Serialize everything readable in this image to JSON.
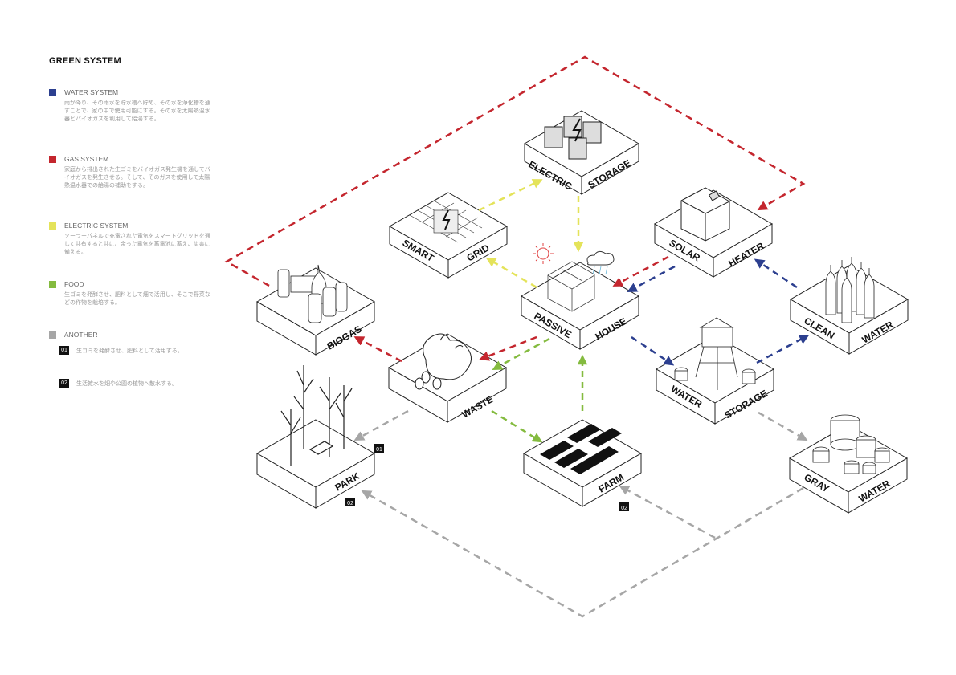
{
  "legend": {
    "title": "GREEN SYSTEM",
    "items": [
      {
        "label": "WATER SYSTEM",
        "color": "#2c3f8f",
        "desc": "雨が降り、その雨水を貯水槽へ貯め、その水を浄化槽を通すことで、家の中で使用可能にする。その水を太陽熱温水器とバイオガスを利用して給湯する。"
      },
      {
        "label": "GAS SYSTEM",
        "color": "#c4262e",
        "desc": "家庭から排出された生ゴミをバイオガス発生機を通してバイオガスを発生させる。そして、そのガスを使用して太陽熱温水器での給湯の補助をする。"
      },
      {
        "label": "ELECTRIC SYSTEM",
        "color": "#e4e35a",
        "desc": "ソーラーパネルで充電された電気をスマートグリッドを通して共有すると共に、余った電気を蓄電池に蓄え、災害に備える。"
      },
      {
        "label": "FOOD",
        "color": "#84bb3f",
        "desc": "生ゴミを発酵させ、肥料として畑で活用し、そこで野菜などの作物を栽培する。"
      },
      {
        "label": "ANOTHER",
        "color": "#a6a6a6",
        "desc": ""
      }
    ],
    "notes": [
      {
        "num": "01",
        "text": "生ゴミを発酵させ、肥料として活用する。"
      },
      {
        "num": "02",
        "text": "生活雑水を畑や公園の植物へ散水する。"
      }
    ]
  },
  "blocks": {
    "electric_storage": {
      "left": "ELECTRIC",
      "right": "STORAGE"
    },
    "smart_grid": {
      "left": "SMART",
      "right": "GRID"
    },
    "solar_heater": {
      "left": "SOLAR",
      "right": "HEATER"
    },
    "passive_house": {
      "left": "PASSIVE",
      "right": "HOUSE"
    },
    "clean_water": {
      "left": "CLEAN",
      "right": "WATER"
    },
    "biogas": {
      "left": "",
      "right": "BIOGAS"
    },
    "waste": {
      "left": "",
      "right": "WASTE"
    },
    "water_storage": {
      "left": "WATER",
      "right": "STORAGE"
    },
    "park": {
      "left": "",
      "right": "PARK"
    },
    "farm": {
      "left": "",
      "right": "FARM"
    },
    "gray_water": {
      "left": "GRAY",
      "right": "WATER"
    }
  },
  "markers": {
    "park_01": "01",
    "park_02": "02",
    "farm_02": "02"
  },
  "colors": {
    "water": "#2c3f8f",
    "gas": "#c4262e",
    "electric": "#e4e35a",
    "food": "#84bb3f",
    "another": "#a6a6a6"
  }
}
